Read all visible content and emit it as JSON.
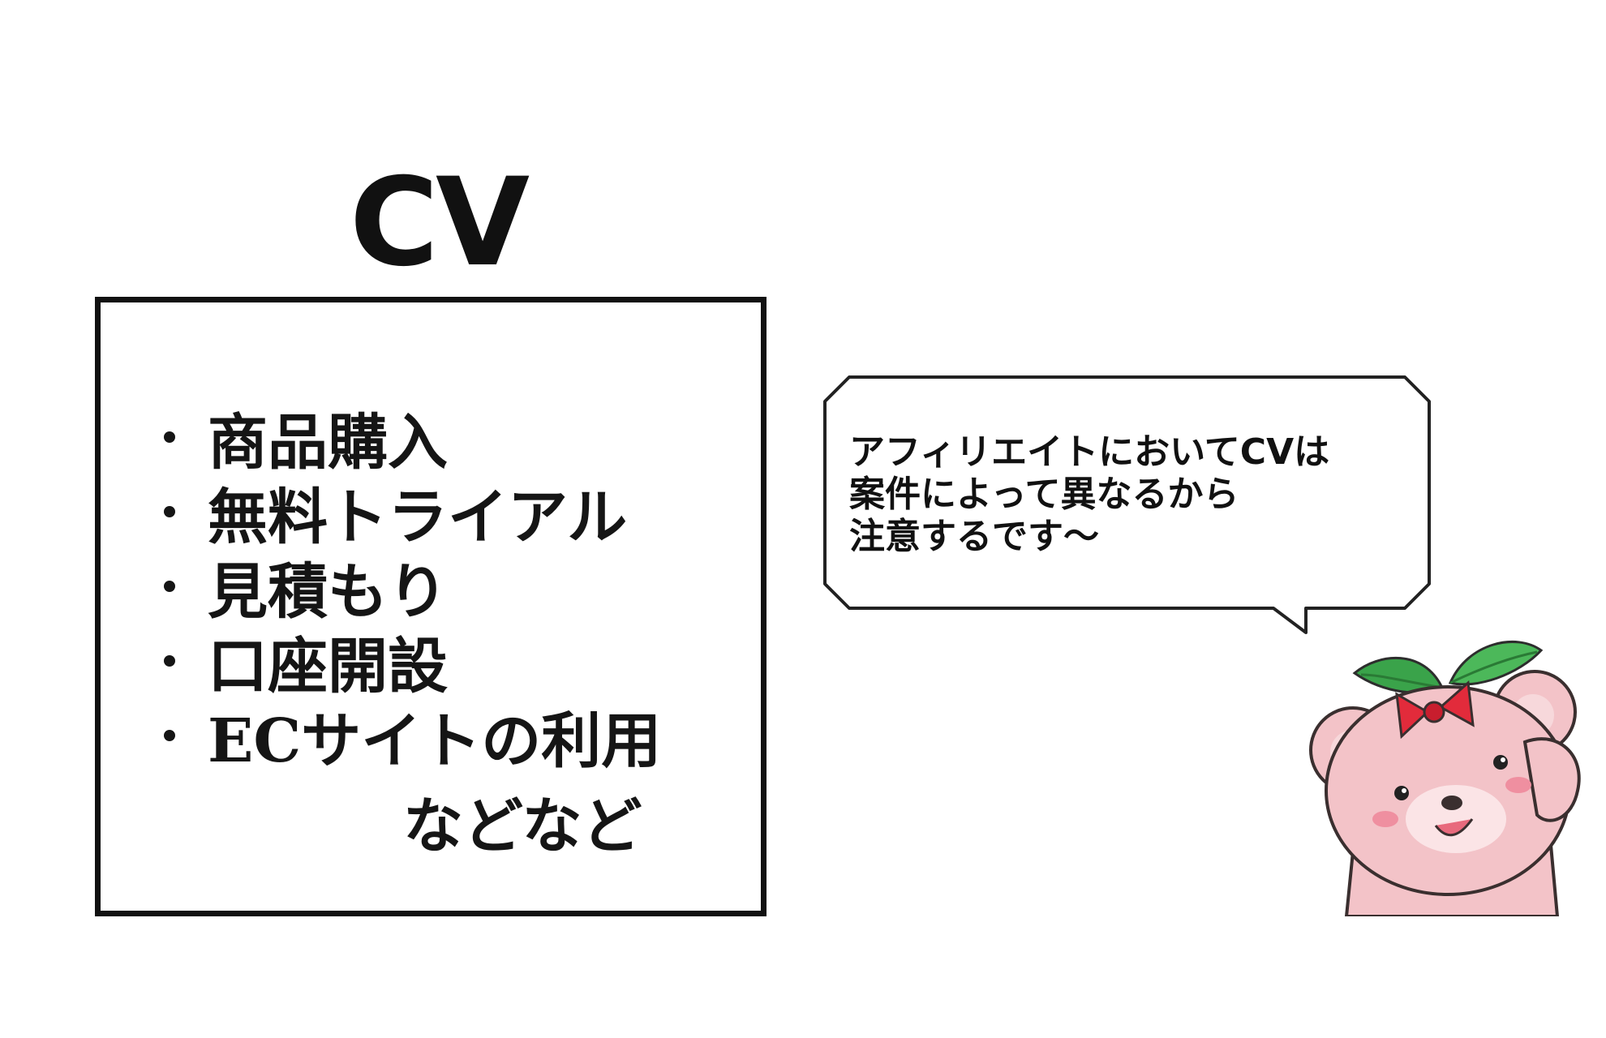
{
  "title": "CV",
  "cv_box": {
    "items": [
      "商品購入",
      "無料トライアル",
      "見積もり",
      "口座開設",
      "ECサイトの利用"
    ],
    "etc": "などなど"
  },
  "speech_bubble": {
    "lines": [
      "アフィリエイトにおいてCVは",
      "案件によって異なるから",
      "注意するです〜"
    ]
  },
  "mascot": {
    "icon": "pink-bear-with-sprout-mascot-icon"
  },
  "colors": {
    "text": "#111111",
    "bear_pink": "#f3c3c8",
    "bow_red": "#e22b3b",
    "leaf_green": "#3aa34a"
  }
}
